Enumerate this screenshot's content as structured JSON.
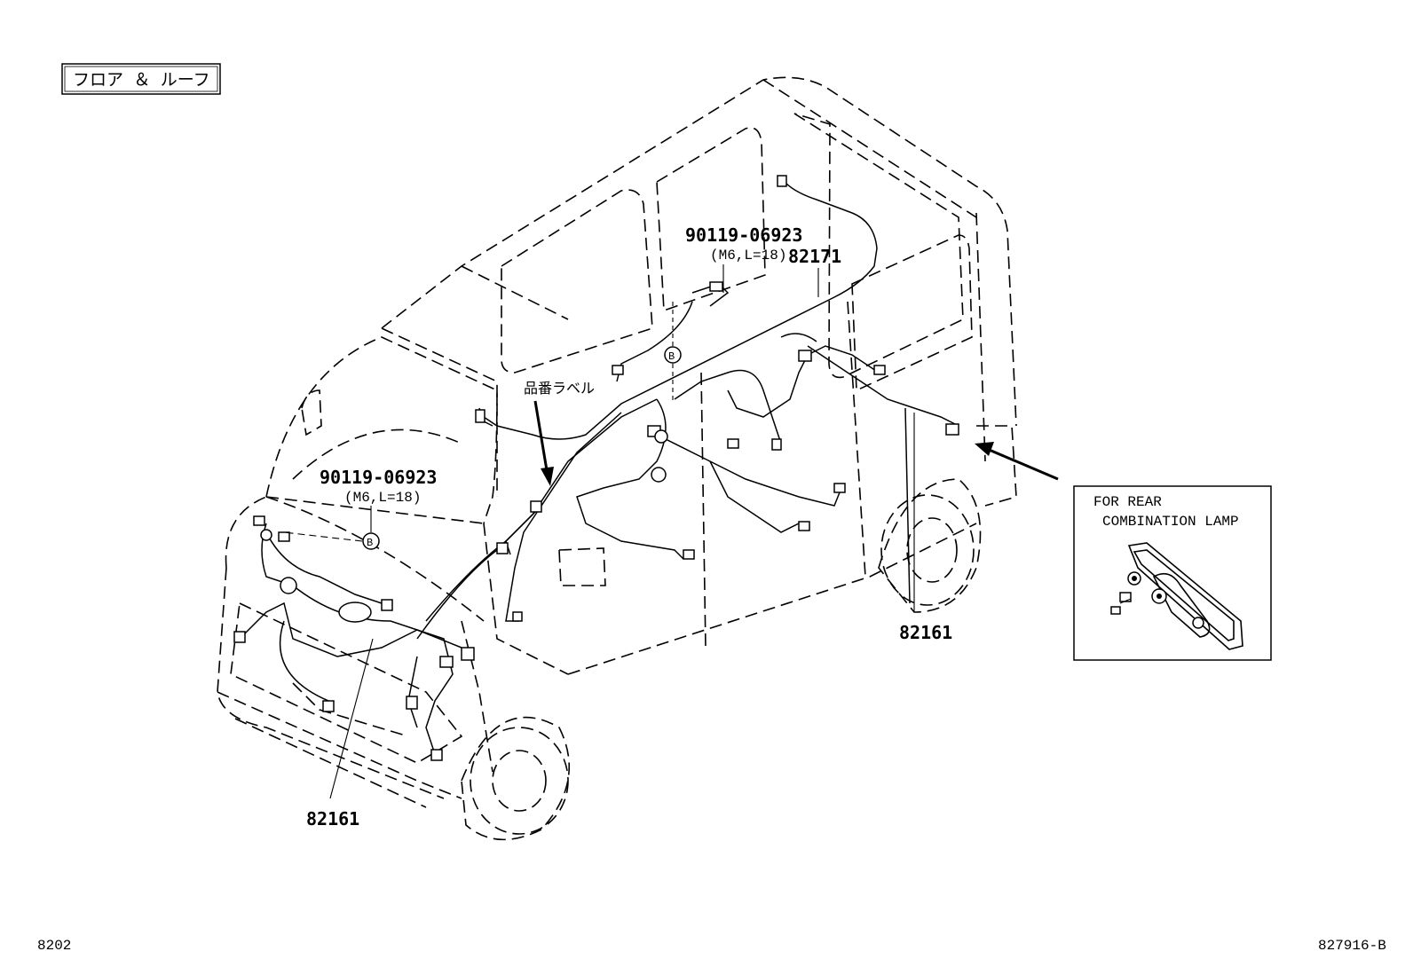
{
  "section_title": "フロア ＆ ルーフ",
  "callouts": {
    "bolt_front": {
      "part_no": "90119-06923",
      "spec": "(M6,L=18)",
      "marker": "B"
    },
    "bolt_upper": {
      "part_no": "90119-06923",
      "spec": "(M6,L=18)",
      "marker": "B"
    },
    "roof_harness": "82171",
    "floor_harness_front": "82161",
    "floor_harness_rear": "82161",
    "label_note": "品番ラベル"
  },
  "inset": {
    "title_line1": "FOR REAR",
    "title_line2": "COMBINATION LAMP"
  },
  "footer": {
    "left_code": "8202",
    "right_code": "827916-B"
  },
  "icons": [
    "arrow-icon",
    "connector-icon",
    "circle-b-marker-icon"
  ]
}
